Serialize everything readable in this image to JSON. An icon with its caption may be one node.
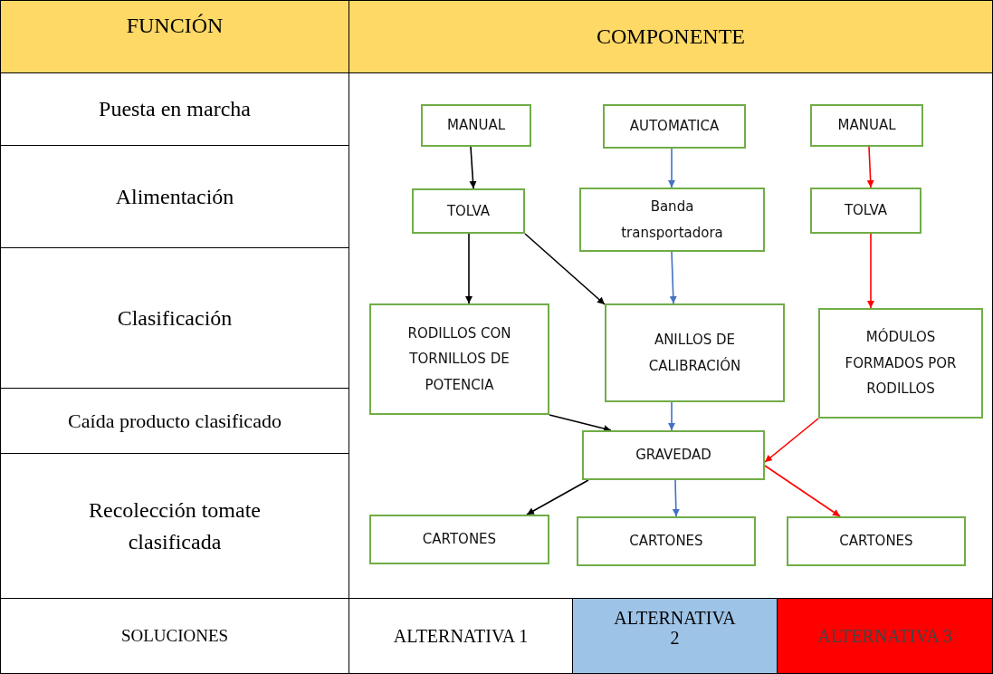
{
  "diagram": {
    "nodes": [
      {
        "text": [
          "MANUAL"
        ]
      },
      {
        "text": [
          "AUTOMATICA"
        ]
      },
      {
        "text": [
          "MANUAL"
        ]
      },
      {
        "text": [
          "TOLVA"
        ]
      },
      {
        "text": [
          "Banda transportadora"
        ]
      },
      {
        "text": [
          "TOLVA"
        ]
      },
      {
        "text": [
          "RODILLOS CON TORNILLOS DE POTENCIA"
        ]
      },
      {
        "text": [
          "ANILLOS DE CALIBRACIÓN"
        ]
      },
      {
        "text": [
          "MÓDULOS FORMADOS POR RODILLOS"
        ]
      },
      {
        "text": [
          "GRAVEDAD"
        ]
      },
      {
        "text": [
          "CARTONES"
        ]
      },
      {
        "text": [
          "CARTONES"
        ]
      },
      {
        "text": [
          "CARTONES"
        ]
      }
    ],
    "edges": [
      {
        "from": 0,
        "to": 3,
        "arrow": "to"
      },
      {
        "from": 1,
        "to": 4,
        "arrow": "to",
        "color": "#4472c4"
      },
      {
        "from": 2,
        "to": 5,
        "arrow": "to",
        "color": "#ff0000"
      },
      {
        "from": 3,
        "to": 6,
        "arrow": "to"
      },
      {
        "from": 3,
        "to": 7,
        "arrow": "to"
      },
      {
        "from": 4,
        "to": 7,
        "arrow": "to",
        "color": "#4472c4"
      },
      {
        "from": 5,
        "to": 8,
        "arrow": "to",
        "color": "#ff0000"
      },
      {
        "from": 7,
        "to": 9,
        "arrow": "to",
        "color": "#4472c4"
      },
      {
        "from": 6,
        "to": 9,
        "arrow": "to"
      },
      {
        "from": 8,
        "to": 9,
        "arrow": "to",
        "color": "#ff0000"
      },
      {
        "from": 9,
        "to": 10,
        "arrow": "to"
      },
      {
        "from": 9,
        "to": 11,
        "arrow": "to",
        "color": "#4472c4"
      },
      {
        "from": 9,
        "to": 12,
        "arrow": "to",
        "color": "#ff0000"
      }
    ],
    "labels": [
      "FUNCIÓN",
      "COMPONENTE",
      "Puesta en marcha",
      "Alimentación",
      "Clasificación",
      "Caída producto clasificado",
      "Recolección tomate clasificada",
      "SOLUCIONES",
      "ALTERNATIVA 1",
      "ALTERNATIVA 2",
      "ALTERNATIVA 3"
    ]
  }
}
